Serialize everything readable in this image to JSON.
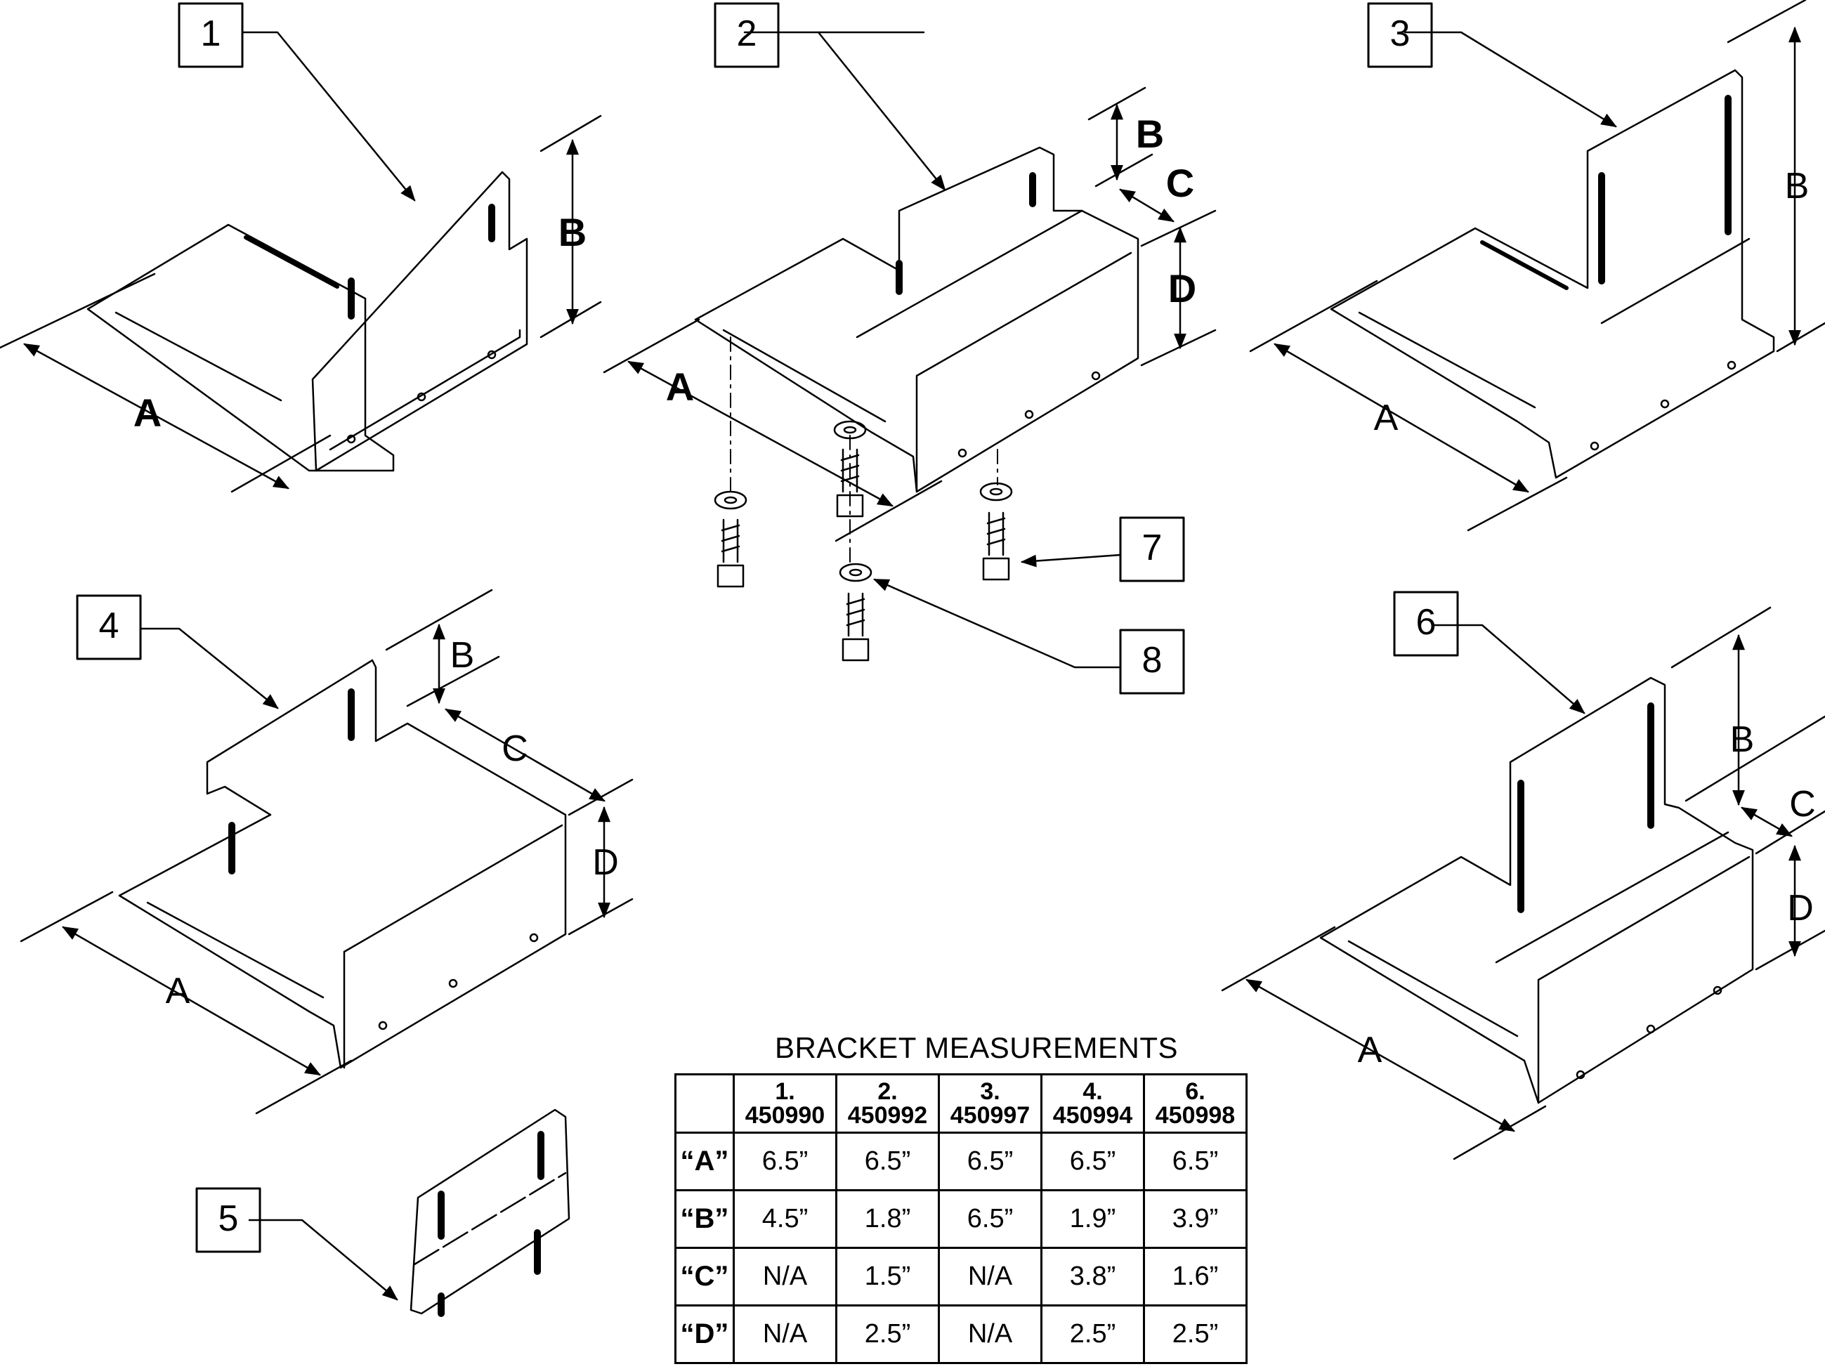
{
  "callouts": [
    "1",
    "2",
    "3",
    "4",
    "5",
    "6",
    "7",
    "8"
  ],
  "dimensions": {
    "a": "A",
    "b": "B",
    "c": "C",
    "d": "D"
  },
  "table": {
    "title": "BRACKET MEASUREMENTS",
    "columns": [
      {
        "index": "1.",
        "part": "450990"
      },
      {
        "index": "2.",
        "part": "450992"
      },
      {
        "index": "3.",
        "part": "450997"
      },
      {
        "index": "4.",
        "part": "450994"
      },
      {
        "index": "6.",
        "part": "450998"
      }
    ],
    "rows": [
      {
        "label": "“A”",
        "values": [
          "6.5”",
          "6.5”",
          "6.5”",
          "6.5”",
          "6.5”"
        ]
      },
      {
        "label": "“B”",
        "values": [
          "4.5”",
          "1.8”",
          "6.5”",
          "1.9”",
          "3.9”"
        ]
      },
      {
        "label": "“C”",
        "values": [
          "N/A",
          "1.5”",
          "N/A",
          "3.8”",
          "1.6”"
        ]
      },
      {
        "label": "“D”",
        "values": [
          "N/A",
          "2.5”",
          "N/A",
          "2.5”",
          "2.5”"
        ]
      }
    ]
  }
}
